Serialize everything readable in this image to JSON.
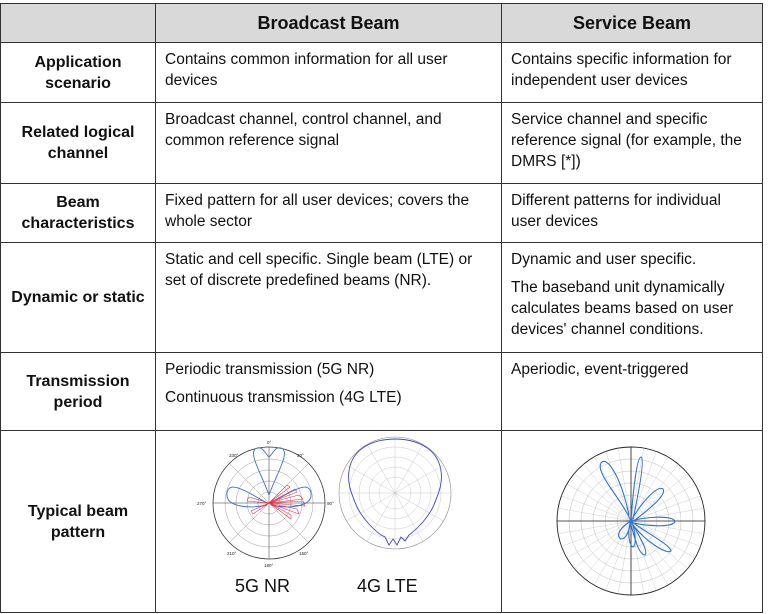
{
  "header": {
    "col1": "",
    "col2": "Broadcast Beam",
    "col3": "Service Beam"
  },
  "rows": [
    {
      "label": "Application scenario",
      "broadcast": [
        "Contains common information for all user devices"
      ],
      "service": [
        "Contains specific information for independent user devices"
      ]
    },
    {
      "label": "Related logical channel",
      "broadcast": [
        "Broadcast channel, control channel, and common reference signal"
      ],
      "service": [
        "Service channel and specific reference signal (for example, the DMRS [*])"
      ]
    },
    {
      "label": "Beam characteristics",
      "broadcast": [
        "Fixed pattern for all user devices; covers the whole sector"
      ],
      "service": [
        "Different patterns for individual user devices"
      ]
    },
    {
      "label": "Dynamic or static",
      "broadcast": [
        "Static and cell specific. Single beam (LTE) or set of discrete predefined beams (NR)."
      ],
      "service": [
        "Dynamic and user specific.",
        "The baseband unit dynamically calculates beams based on user devices' channel conditions."
      ]
    },
    {
      "label": "Transmission period",
      "broadcast": [
        "Periodic transmission (5G NR)",
        "Continuous transmission (4G LTE)"
      ],
      "service": [
        "Aperiodic, event-triggered"
      ]
    },
    {
      "label": "Typical beam pattern",
      "broadcast": [],
      "service": []
    }
  ],
  "pattern_captions": {
    "nr": "5G NR",
    "lte": "4G LTE"
  },
  "colors": {
    "header_bg": "#d9d9d9",
    "beam_blue": "#3a6fd8",
    "beam_red": "#e8324a",
    "beam_lte": "#3f47c8"
  }
}
